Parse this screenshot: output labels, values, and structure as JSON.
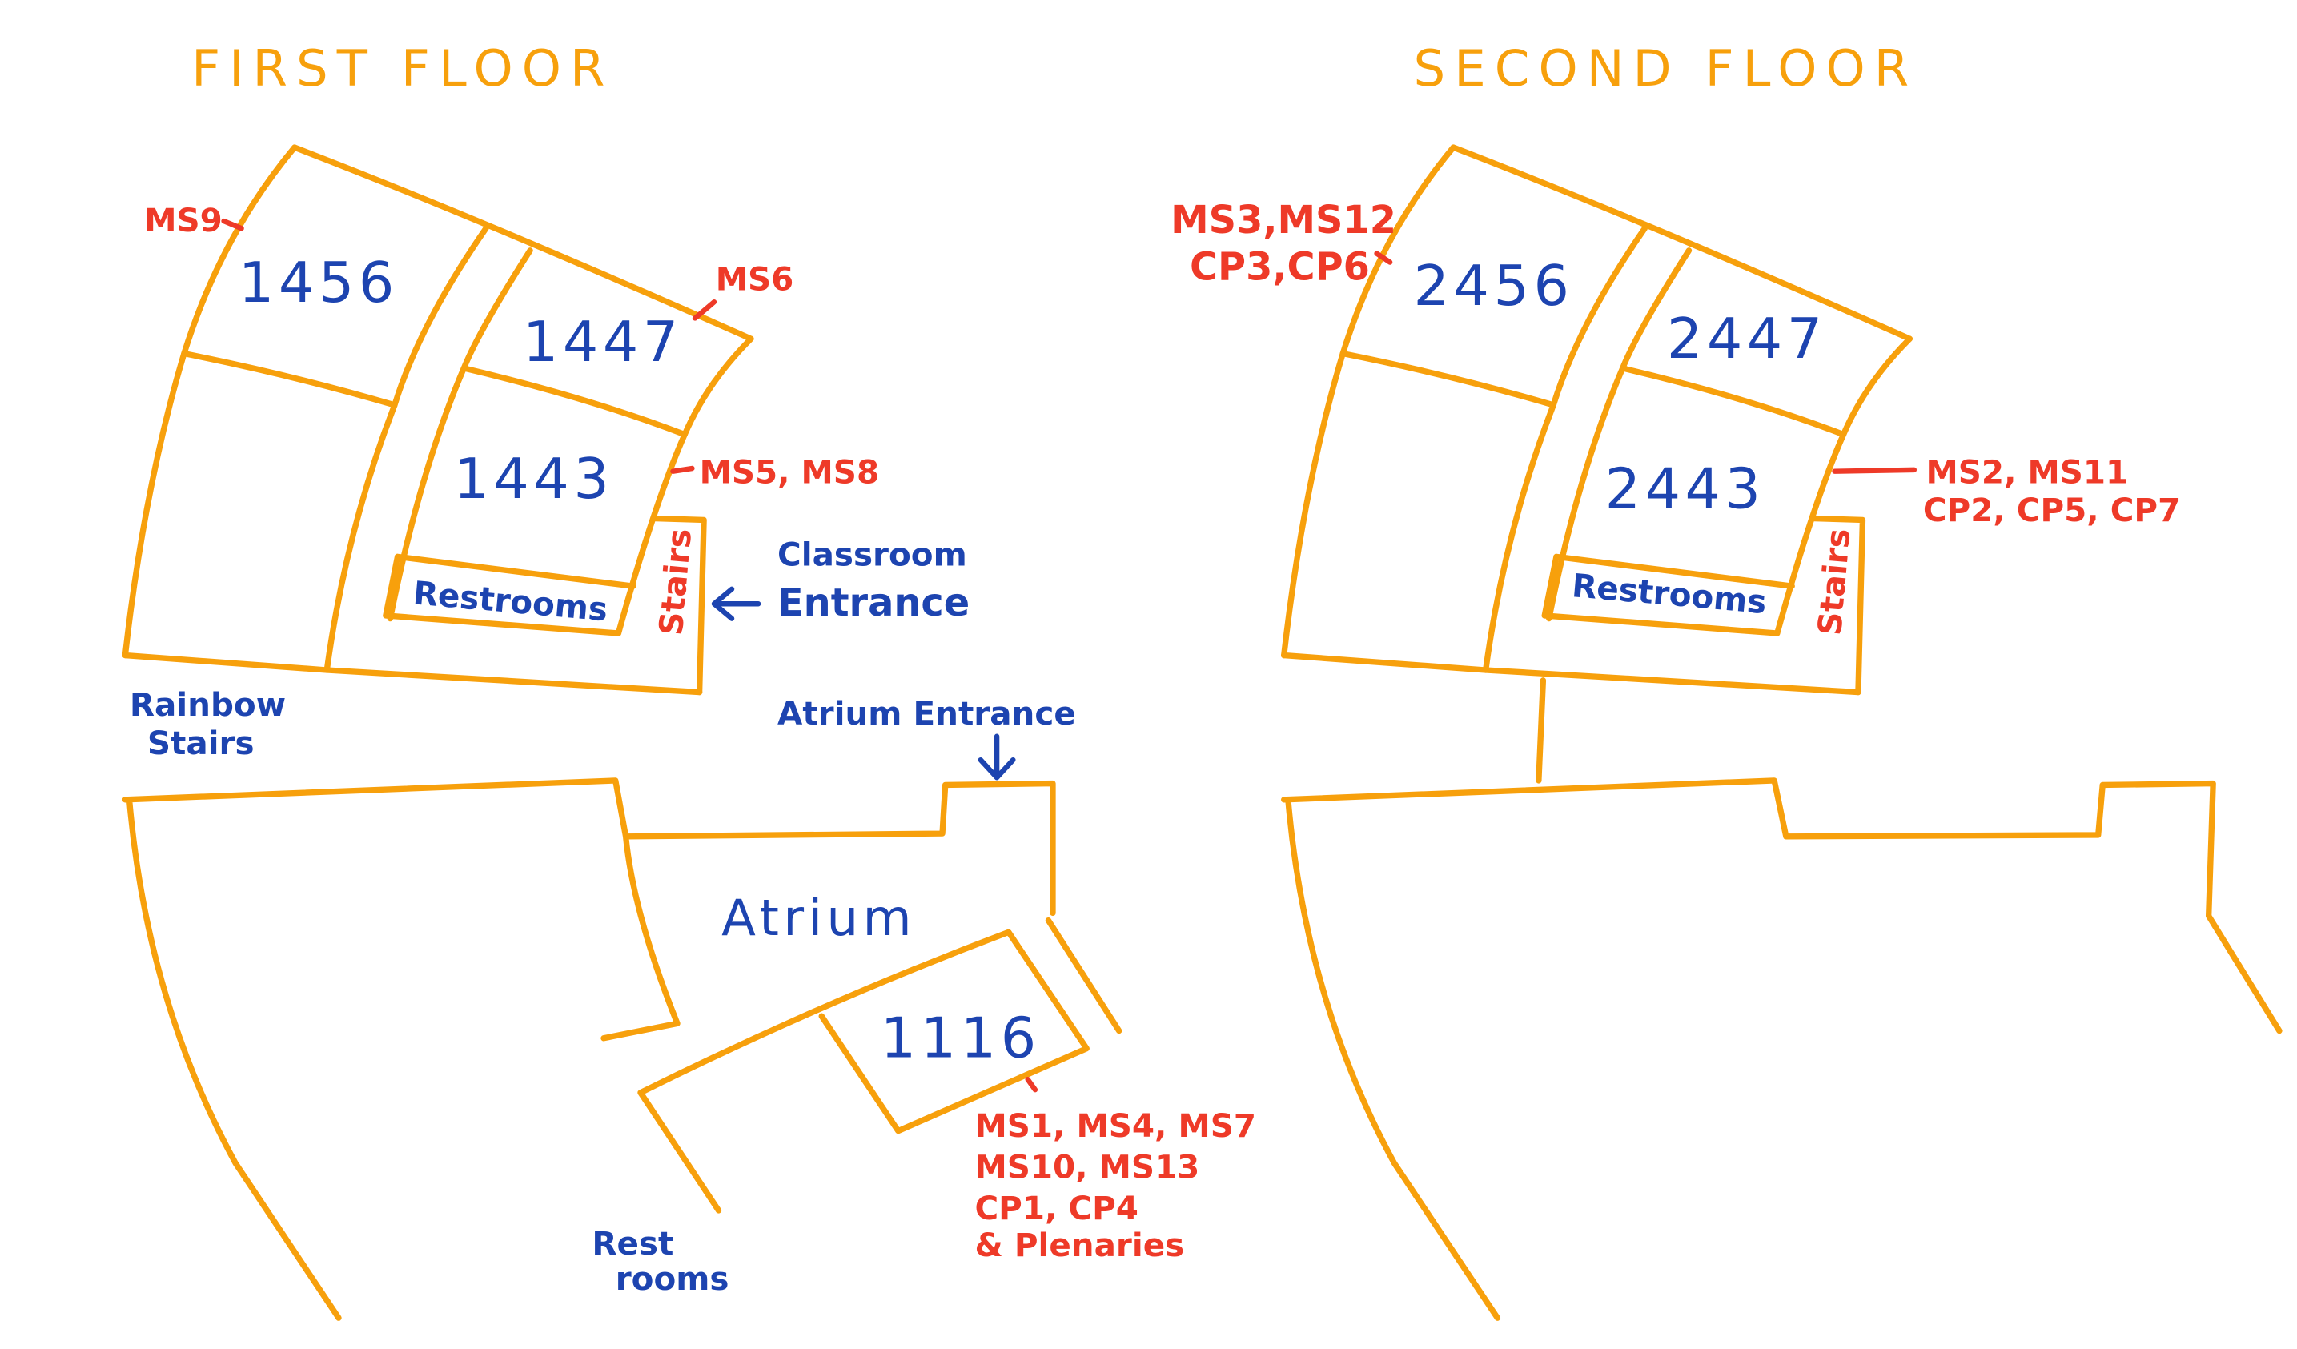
{
  "colors": {
    "walls": "#f7a00c",
    "rooms": "#1d44b0",
    "sessions": "#ee3a28"
  },
  "first_floor": {
    "title": "FIRST FLOOR",
    "rooms": {
      "r1456": "1456",
      "r1447": "1447",
      "r1443": "1443",
      "r1116": "1116"
    },
    "labels": {
      "restrooms": "Restrooms",
      "stairs": "Stairs",
      "classroom_entrance_1": "Classroom",
      "classroom_entrance_2": "Entrance",
      "rainbow_1": "Rainbow",
      "rainbow_2": "Stairs",
      "atrium_entrance": "Atrium Entrance",
      "atrium": "Atrium",
      "rest_rooms_1": "Rest",
      "rest_rooms_2": "rooms"
    },
    "sessions": {
      "r1456": "MS9",
      "r1447": "MS6",
      "r1443": "MS5, MS8",
      "r1116_lines": [
        "MS1, MS4, MS7",
        "MS10, MS13",
        "CP1, CP4",
        "& Plenaries"
      ]
    }
  },
  "second_floor": {
    "title": "SECOND FLOOR",
    "rooms": {
      "r2456": "2456",
      "r2447": "2447",
      "r2443": "2443"
    },
    "labels": {
      "restrooms": "Restrooms",
      "stairs": "Stairs"
    },
    "sessions": {
      "r2456_lines": [
        "MS3,MS12",
        "CP3,CP6"
      ],
      "r2443_lines": [
        "MS2, MS11",
        "CP2, CP5, CP7"
      ]
    }
  }
}
